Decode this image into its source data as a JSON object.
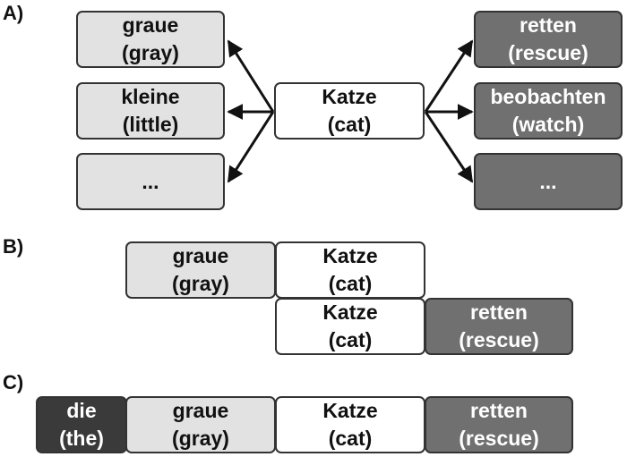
{
  "panels": {
    "a": {
      "label": "A)",
      "left": [
        {
          "word": "graue",
          "gloss": "(gray)"
        },
        {
          "word": "kleine",
          "gloss": "(little)"
        },
        {
          "word": "...",
          "gloss": ""
        }
      ],
      "center": {
        "word": "Katze",
        "gloss": "(cat)"
      },
      "right": [
        {
          "word": "retten",
          "gloss": "(rescue)"
        },
        {
          "word": "beobachten",
          "gloss": "(watch)"
        },
        {
          "word": "...",
          "gloss": ""
        }
      ]
    },
    "b": {
      "label": "B)",
      "row1": [
        {
          "word": "graue",
          "gloss": "(gray)"
        },
        {
          "word": "Katze",
          "gloss": "(cat)"
        }
      ],
      "row2": [
        {
          "word": "Katze",
          "gloss": "(cat)"
        },
        {
          "word": "retten",
          "gloss": "(rescue)"
        }
      ]
    },
    "c": {
      "label": "C)",
      "row": [
        {
          "word": "die",
          "gloss": "(the)"
        },
        {
          "word": "graue",
          "gloss": "(gray)"
        },
        {
          "word": "Katze",
          "gloss": "(cat)"
        },
        {
          "word": "retten",
          "gloss": "(rescue)"
        }
      ]
    }
  },
  "colors": {
    "adjective_box": "#e2e2e2",
    "noun_box": "#ffffff",
    "verb_box": "#707070",
    "determiner_box": "#3a3a3a",
    "border": "#333333",
    "arrow": "#111111"
  }
}
